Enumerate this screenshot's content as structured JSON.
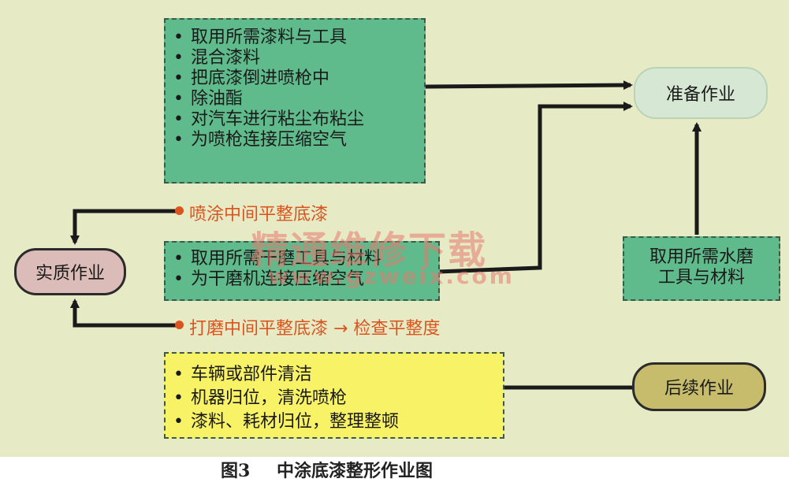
{
  "prep_box": {
    "items": [
      "取用所需漆料与工具",
      "混合漆料",
      "把底漆倒进喷枪中",
      "除油酯",
      "对汽车进行粘尘布粘尘",
      "为喷枪连接压缩空气"
    ]
  },
  "sanding_tools_box": {
    "items": [
      "取用所需干磨工具与材料",
      "为干磨机连接压缩空气"
    ]
  },
  "cleanup_box": {
    "items": [
      "车辆或部件清洁",
      "机器归位，清洗喷枪",
      "漆料、耗材归位，整理整顿"
    ]
  },
  "water_sanding_box": {
    "line1": "取用所需水磨",
    "line2": "工具与材料"
  },
  "nodes": {
    "prep": "准备作业",
    "actual": "实质作业",
    "follow_up": "后续作业"
  },
  "steps": {
    "spray": "喷涂中间平整底漆",
    "sand": "打磨中间平整底漆 → 检查平整度"
  },
  "watermark": {
    "cn": "精通维修下载",
    "url": "www.gzweix.com"
  },
  "caption": {
    "fig": "图3",
    "title": "中涂底漆整形作业图"
  },
  "colors": {
    "green_box": "#5fba8c",
    "yellow_box": "#f8f267",
    "orange_text": "#d9541f",
    "prep_pill": "#d6e8d4",
    "actual_pill": "#dcbcb8",
    "follow_pill": "#c7bc6c"
  }
}
